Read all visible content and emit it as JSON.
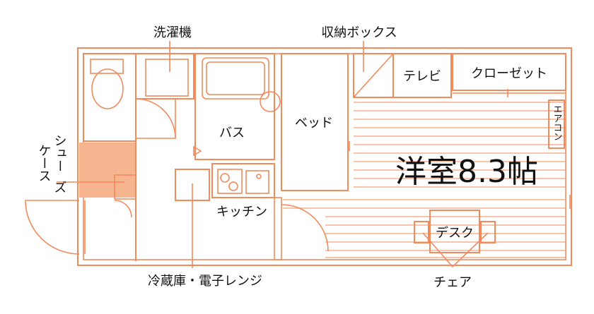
{
  "colors": {
    "wall": "#f28a5c",
    "floor_lines": "#f3a27b",
    "shoe_case_fill": "#f6b58f",
    "text": "#111111",
    "background": "#ffffff"
  },
  "labels": {
    "washing_machine": "洗濯機",
    "storage_box": "収納ボックス",
    "tv": "テレビ",
    "closet": "クローゼット",
    "aircon": "エアコン",
    "bath": "バス",
    "bed": "ベッド",
    "room": "洋室8.3帖",
    "shoe_case_line1": "シュー",
    "shoe_case_line2": "ズ",
    "shoe_case_line3": "ケース",
    "kitchen": "キッチン",
    "desk": "デスク",
    "fridge_microwave": "冷蔵庫・電子レンジ",
    "chair": "チェア"
  }
}
